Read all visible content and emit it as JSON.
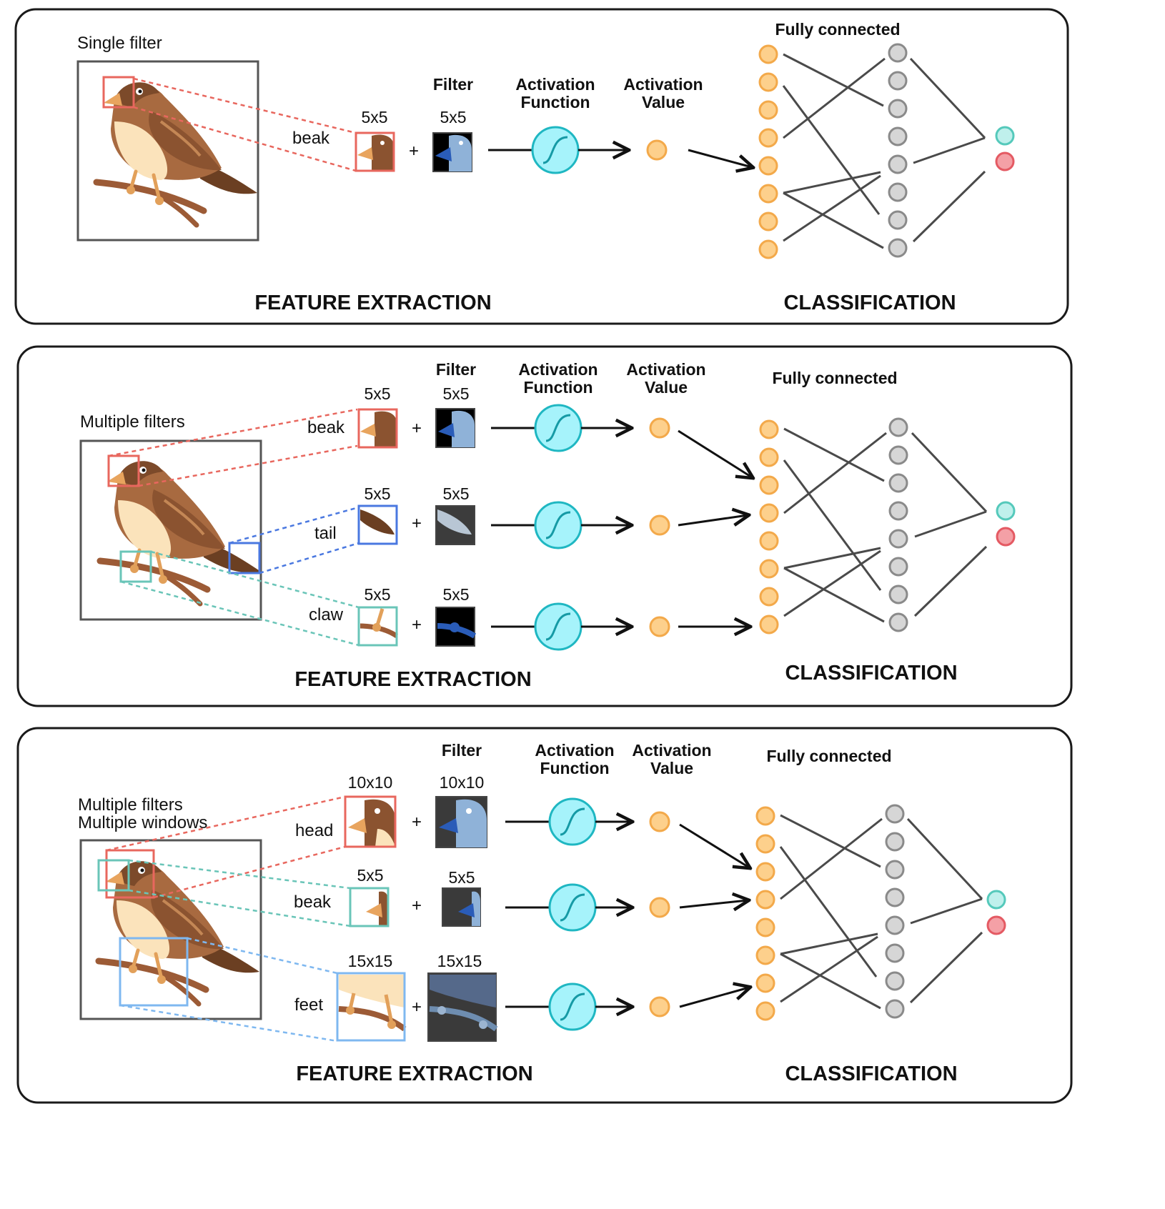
{
  "colors": {
    "panel_border": "#1a1a1a",
    "red_window": "#e8675e",
    "blue_window": "#4a78e0",
    "teal_window": "#6ac5b8",
    "lightblue_window": "#7fb8f0",
    "input_node": "#fdd08c",
    "hidden_node": "#d6d6d6",
    "output_teal": "#bff0ec",
    "output_red": "#f4a0a6",
    "activation": "#a6f3fb"
  },
  "icons": {
    "bird": "sparrow-illustration",
    "activation": "sigmoid-icon"
  },
  "panels": [
    {
      "caption": [
        "Single filter"
      ],
      "headers": {
        "filter": "Filter",
        "activation_function": "Activation\nFunction",
        "activation_value": "Activation\nValue",
        "fully_connected": "Fully connected"
      },
      "rows": [
        {
          "label": "beak",
          "window_size": "5x5",
          "filter_size": "5x5"
        }
      ],
      "feature_extraction": "FEATURE EXTRACTION",
      "classification": "CLASSIFICATION"
    },
    {
      "caption": [
        "Multiple filters"
      ],
      "headers": {
        "filter": "Filter",
        "activation_function": "Activation\nFunction",
        "activation_value": "Activation\nValue",
        "fully_connected": "Fully connected"
      },
      "rows": [
        {
          "label": "beak",
          "window_size": "5x5",
          "filter_size": "5x5"
        },
        {
          "label": "tail",
          "window_size": "5x5",
          "filter_size": "5x5"
        },
        {
          "label": "claw",
          "window_size": "5x5",
          "filter_size": "5x5"
        }
      ],
      "feature_extraction": "FEATURE EXTRACTION",
      "classification": "CLASSIFICATION"
    },
    {
      "caption": [
        "Multiple filters",
        "Multiple windows"
      ],
      "headers": {
        "filter": "Filter",
        "activation_function": "Activation\nFunction",
        "activation_value": "Activation\nValue",
        "fully_connected": "Fully connected"
      },
      "rows": [
        {
          "label": "head",
          "window_size": "10x10",
          "filter_size": "10x10"
        },
        {
          "label": "beak",
          "window_size": "5x5",
          "filter_size": "5x5"
        },
        {
          "label": "feet",
          "window_size": "15x15",
          "filter_size": "15x15"
        }
      ],
      "feature_extraction": "FEATURE EXTRACTION",
      "classification": "CLASSIFICATION"
    }
  ],
  "operator_plus": "+"
}
